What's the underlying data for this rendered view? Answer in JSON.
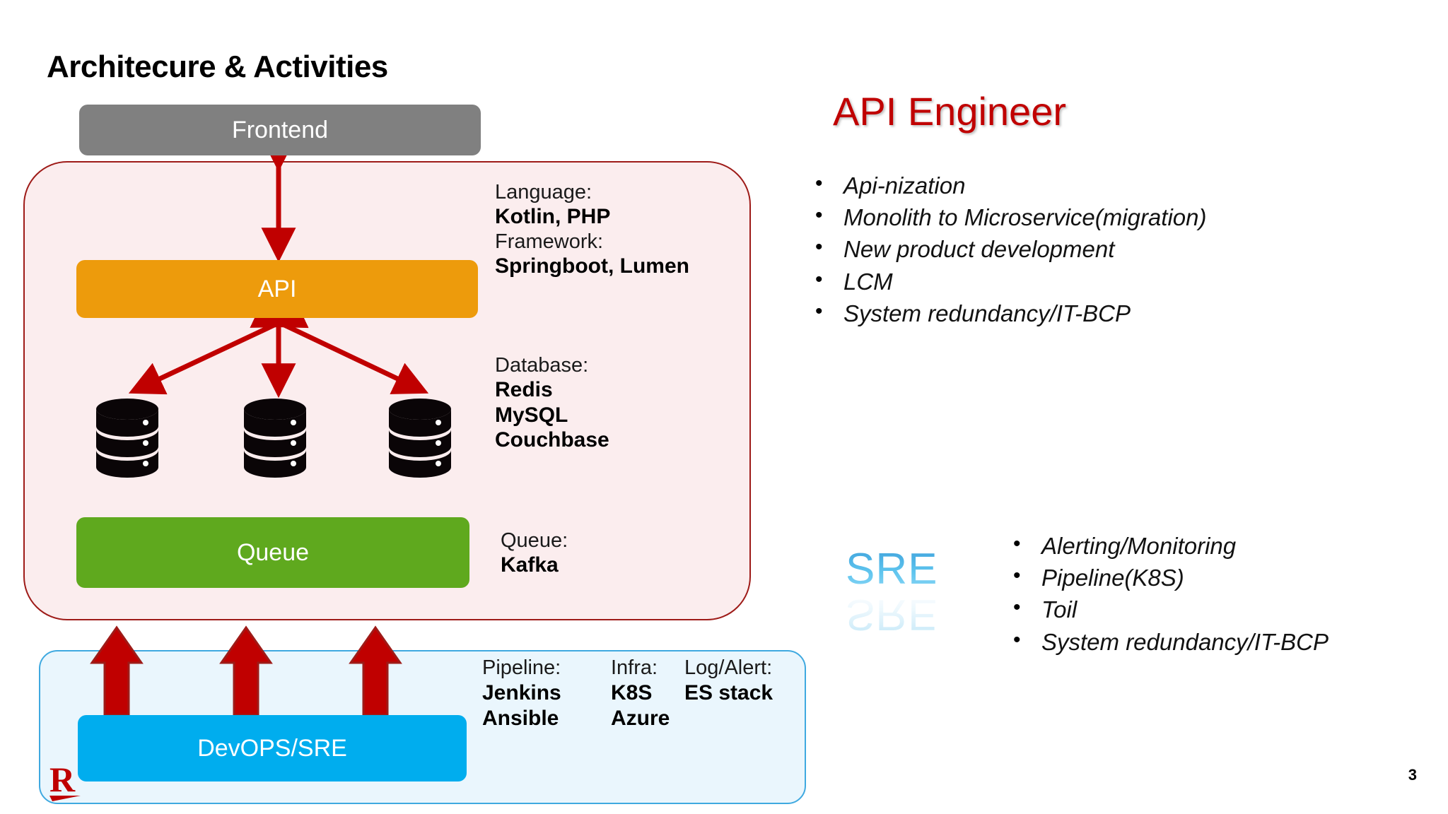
{
  "slide": {
    "title": "Architecure & Activities",
    "page_number": "3"
  },
  "diagram": {
    "nodes": {
      "frontend": "Frontend",
      "api": "API",
      "queue": "Queue",
      "devops": "DevOPS/SRE"
    },
    "annotations": [
      {
        "key": "language",
        "lines": [
          {
            "label": "Language:",
            "value": "Kotlin, PHP"
          },
          {
            "label": "Framework:",
            "value": "Springboot, Lumen"
          }
        ]
      },
      {
        "key": "database",
        "label": "Database:",
        "values": [
          "Redis",
          "MySQL",
          "Couchbase"
        ]
      },
      {
        "key": "queue",
        "label": "Queue:",
        "values": [
          "Kafka"
        ]
      }
    ],
    "infra_columns": [
      {
        "label": "Pipeline:",
        "values": [
          "Jenkins",
          "Ansible"
        ]
      },
      {
        "label": "Infra:",
        "values": [
          "K8S",
          "Azure"
        ]
      },
      {
        "label": "Log/Alert:",
        "values": [
          "ES stack"
        ]
      }
    ],
    "database_icons": [
      "database-icon",
      "database-icon",
      "database-icon"
    ],
    "logo": "rakuten-r-logo"
  },
  "roles": {
    "api_engineer": {
      "heading": "API Engineer",
      "bullets": [
        "Api-nization",
        "Monolith to Microservice(migration)",
        "New product development",
        "LCM",
        "System redundancy/IT-BCP"
      ]
    },
    "sre": {
      "logo_text": "SRE",
      "bullets": [
        "Alerting/Monitoring",
        "Pipeline(K8S)",
        "Toil",
        "System redundancy/IT-BCP"
      ]
    }
  },
  "colors": {
    "frontend_box": "#808080",
    "api_box": "#ED9B0C",
    "queue_box": "#5FA91E",
    "devops_box": "#00ADEE",
    "app_layer_border": "#9E1B18",
    "app_layer_fill": "#FBEDEE",
    "infra_layer_border": "#3FA9E0",
    "infra_layer_fill": "#EAF6FD",
    "arrow": "#C00000",
    "heading_red": "#C00000",
    "sre_blue": "#3FA2DC"
  }
}
